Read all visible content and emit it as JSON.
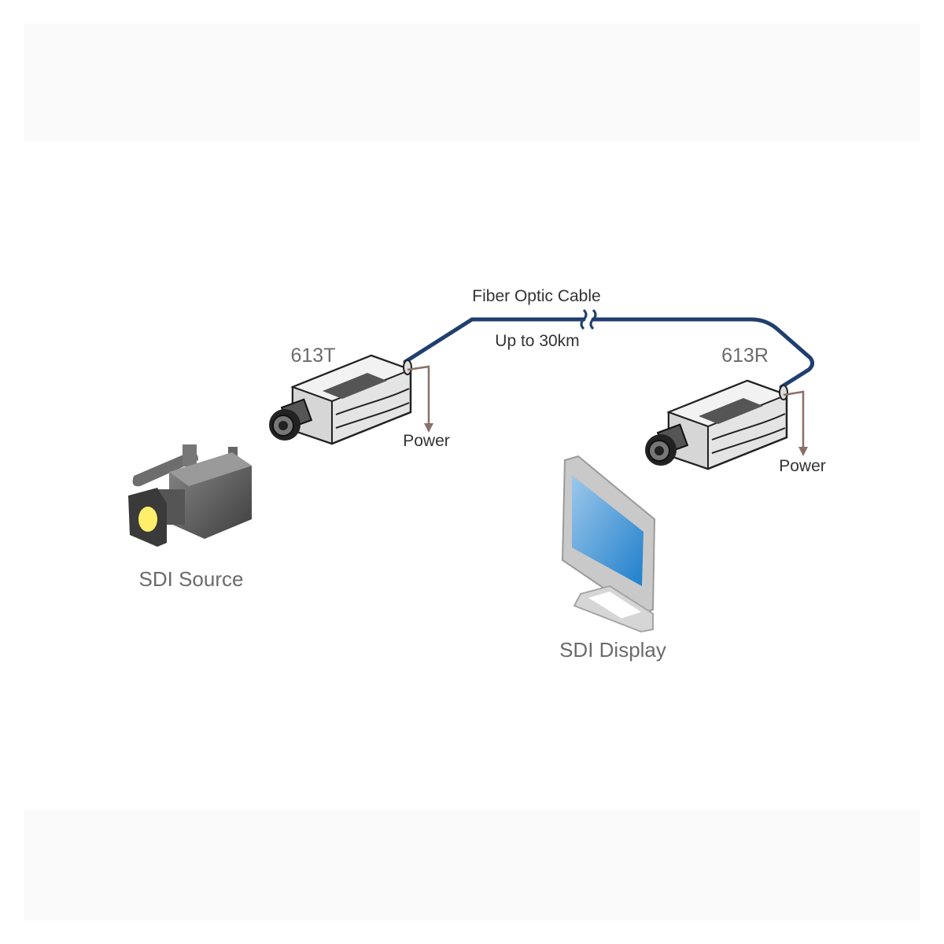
{
  "labels": {
    "cable_title": "Fiber Optic Cable",
    "cable_distance": "Up to 30km",
    "transmitter": "613T",
    "receiver": "613R",
    "power_tx": "Power",
    "power_rx": "Power",
    "source": "SDI Source",
    "display": "SDI Display"
  },
  "colors": {
    "cable": "#1f3f6e",
    "power_line": "#8a7068",
    "device_body": "#e6e6e6",
    "screen": "#3a8fd0"
  }
}
